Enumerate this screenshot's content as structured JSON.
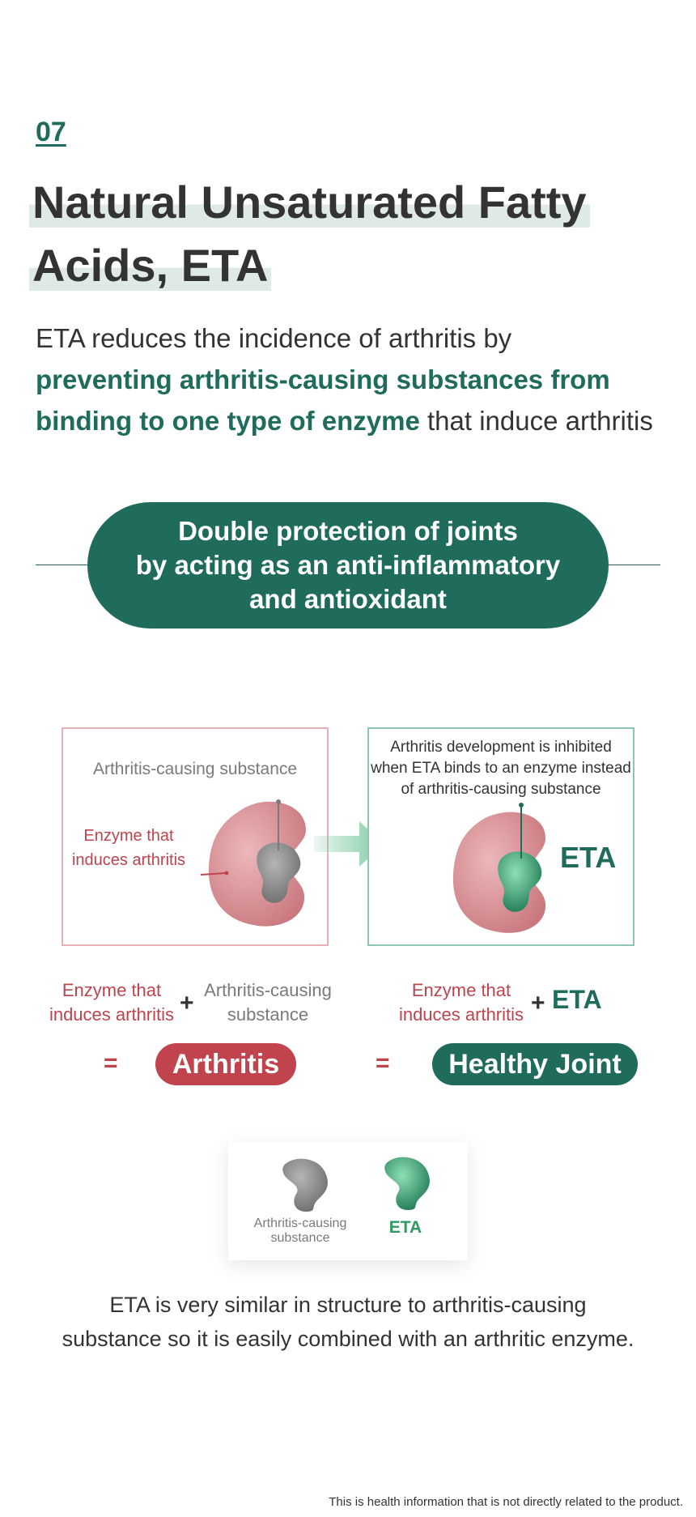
{
  "section": {
    "number": "07"
  },
  "title": {
    "line1": "Natural Unsaturated Fatty",
    "line2": "Acids, ETA"
  },
  "intro": {
    "part1": "ETA reduces the incidence of arthritis by",
    "highlight1": "preventing arthritis-causing substances from",
    "highlight2": "binding to one type of enzyme",
    "part2": " that induce arthritis"
  },
  "banner": {
    "line1": "Double protection of joints",
    "line2": "by acting as an anti-inflammatory",
    "line3": "and antioxidant"
  },
  "diagram": {
    "left": {
      "substance_label": "Arthritis-causing substance",
      "enzyme_label": "Enzyme that\ninduces arthritis"
    },
    "right": {
      "caption": "Arthritis development is inhibited\nwhen ETA binds to an enzyme instead\nof arthritis-causing substance",
      "eta_label": "ETA"
    },
    "colors": {
      "enzyme": "#d98a8f",
      "substance": "#8a8a8a",
      "eta": "#2f9a62",
      "arrow": "#7fcba3"
    }
  },
  "equations": {
    "left": {
      "term1": "Enzyme that\ninduces arthritis",
      "plus": "+",
      "term2": "Arthritis-causing\nsubstance",
      "equals": "=",
      "result": "Arthritis"
    },
    "right": {
      "term1": "Enzyme that\ninduces arthritis",
      "plus": "+",
      "term2": "ETA",
      "equals": "=",
      "result": "Healthy Joint"
    }
  },
  "legend": {
    "substance": "Arthritis-causing\nsubstance",
    "eta": "ETA"
  },
  "bottom_note": "ETA is very similar in structure to arthritis-causing\nsubstance so it is easily combined with an arthritic enzyme.",
  "footnote": "This is health information that is not directly related to the product.",
  "theme": {
    "primary": "#1f6b5c",
    "accent_red": "#c0434d",
    "highlight": "#dfeae5"
  }
}
